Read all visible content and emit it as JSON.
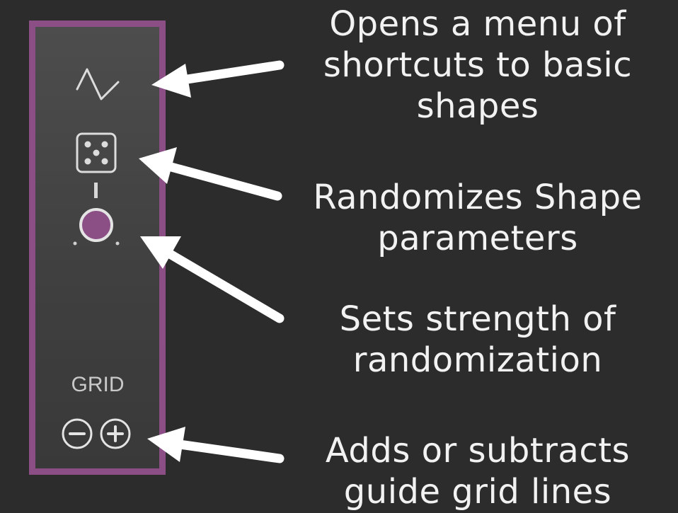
{
  "panel": {
    "accent_color": "#8b4f86",
    "shape_menu_icon": "waveform-shape-icon",
    "dice_icon": "dice-icon",
    "knob_icon": "strength-knob-icon",
    "grid_label": "GRID",
    "grid_minus_icon": "circle-minus-icon",
    "grid_plus_icon": "circle-plus-icon"
  },
  "callouts": {
    "shape_menu": [
      "Opens a menu of",
      "shortcuts to basic",
      "shapes"
    ],
    "randomize": [
      "Randomizes Shape",
      "parameters"
    ],
    "strength": [
      "Sets strength of",
      "randomization"
    ],
    "grid": [
      "Adds or subtracts",
      "guide grid lines"
    ]
  }
}
